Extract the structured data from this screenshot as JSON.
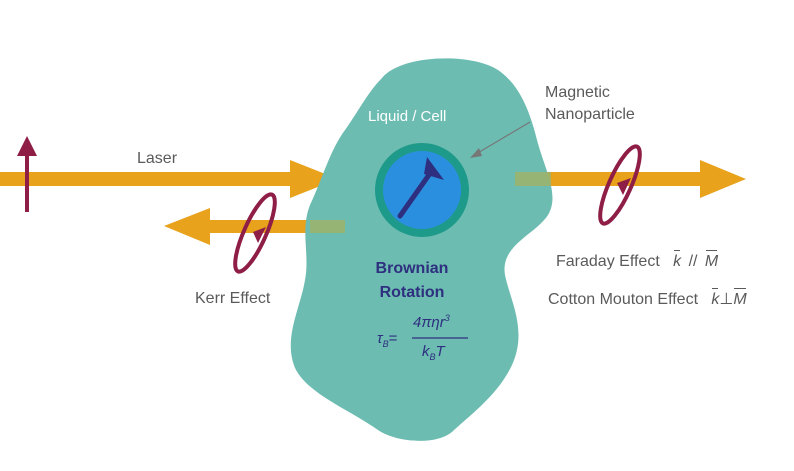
{
  "labels": {
    "laser": "Laser",
    "liquid_cell": "Liquid / Cell",
    "magnetic_nanoparticle": [
      "Magnetic",
      "Nanoparticle"
    ],
    "brownian_rotation": [
      "Brownian",
      "Rotation"
    ],
    "kerr_effect": "Kerr Effect",
    "faraday_effect": "Faraday Effect",
    "cotton_mouton_effect": "Cotton Mouton Effect"
  },
  "relations": {
    "faraday": {
      "k": "k",
      "op": "//",
      "m": "M"
    },
    "cotton_mouton": {
      "k": "k",
      "op": "⊥",
      "m": "M"
    }
  },
  "formula": {
    "tau": "τ",
    "tau_sub": "B",
    "equals": "=",
    "numerator": "4πηr",
    "numerator_sup": "3",
    "denominator": "k",
    "denominator_sub": "B",
    "denominator_tail": "T"
  },
  "colors": {
    "beam": "#e8a21b",
    "polarization": "#8e1e45",
    "cell": "#6cbcb1",
    "particle_ring": "#1e9a8a",
    "particle_core": "#2b8fe0",
    "arrow": "#2e2f7f",
    "text": "#5a5a5a"
  }
}
